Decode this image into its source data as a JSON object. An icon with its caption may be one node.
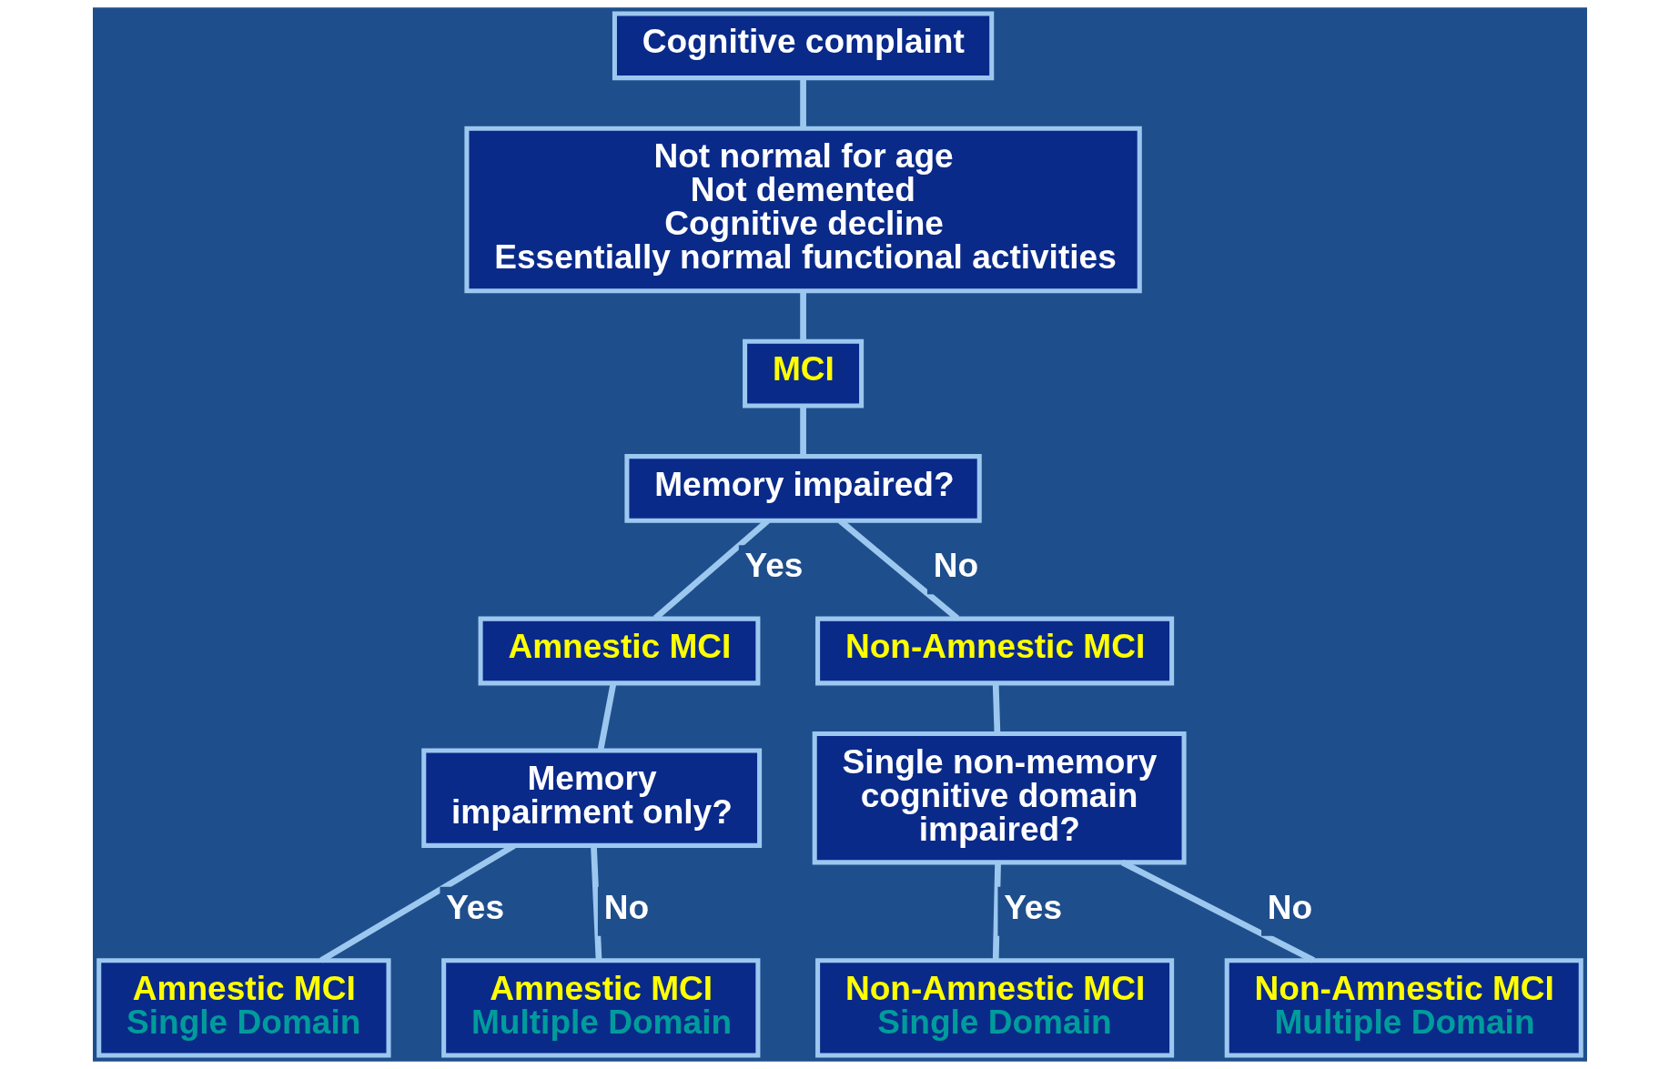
{
  "diagram": {
    "nodes": [
      {
        "text": [
          "Cognitive complaint"
        ]
      },
      {
        "text": [
          "Not normal for age",
          "Not demented",
          "Cognitive decline",
          "Essentially normal functional activities"
        ]
      },
      {
        "text": [
          "MCI"
        ]
      },
      {
        "text": [
          "Memory impaired?"
        ]
      },
      {
        "text": [
          "Amnestic MCI"
        ]
      },
      {
        "text": [
          "Non-Amnestic MCI"
        ]
      },
      {
        "text": [
          "Memory impairment only?"
        ]
      },
      {
        "text": [
          "Single non-memory cognitive domain impaired?"
        ]
      },
      {
        "text": [
          "Amnestic MCI",
          "Single Domain"
        ]
      },
      {
        "text": [
          "Amnestic MCI",
          "Multiple Domain"
        ]
      },
      {
        "text": [
          "Non-Amnestic MCI",
          "Single Domain"
        ]
      },
      {
        "text": [
          "Non-Amnestic MCI",
          "Multiple Domain"
        ]
      }
    ],
    "edges": [
      {
        "from": 0,
        "to": 1,
        "arrow": "none"
      },
      {
        "from": 1,
        "to": 2,
        "arrow": "none"
      },
      {
        "from": 2,
        "to": 3,
        "arrow": "none"
      },
      {
        "from": 3,
        "to": 4,
        "arrow": "none",
        "label": "Yes"
      },
      {
        "from": 3,
        "to": 5,
        "arrow": "none",
        "label": "No"
      },
      {
        "from": 4,
        "to": 6,
        "arrow": "none"
      },
      {
        "from": 5,
        "to": 7,
        "arrow": "none"
      },
      {
        "from": 6,
        "to": 8,
        "arrow": "none",
        "label": "Yes"
      },
      {
        "from": 6,
        "to": 9,
        "arrow": "none",
        "label": "No"
      },
      {
        "from": 7,
        "to": 10,
        "arrow": "none",
        "label": "Yes"
      },
      {
        "from": 7,
        "to": 11,
        "arrow": "none",
        "label": "No"
      }
    ]
  }
}
